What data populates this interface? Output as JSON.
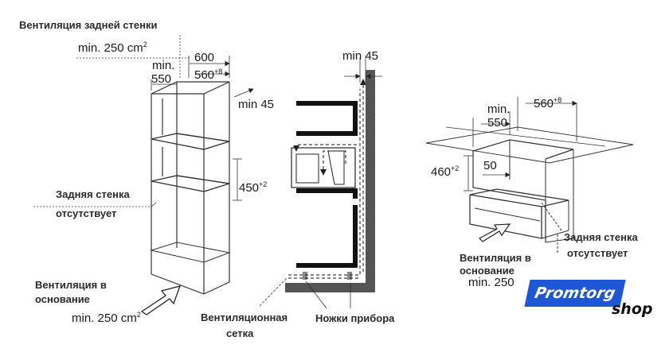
{
  "labels": {
    "rear_vent_title": "Вентиляция задней стенки",
    "rear_vent_area": "min. 250 cm",
    "rear_vent_area_sup": "2",
    "min_label_left": "min.",
    "dim_550_left": "550",
    "dim_600": "600",
    "dim_560_left": "560",
    "dim_560_left_sup": "+8",
    "min45_cabinet": "min 45",
    "dim_450": "450",
    "dim_450_sup": "+2",
    "no_back_left_line1": "Задняя стенка",
    "no_back_left_line2": "отсутствует",
    "base_vent_left_line1": "Вентиляция в",
    "base_vent_left_line2": "основание",
    "base_vent_area": "min. 250 cm",
    "base_vent_area_sup": "2",
    "min45_side": "min 45",
    "vent_grille_line1": "Вентиляционная",
    "vent_grille_line2": "сетка",
    "device_feet": "Ножки прибора",
    "min_label_right": "min.",
    "dim_550_right": "550",
    "dim_560_right": "560",
    "dim_560_right_sup": "+8",
    "dim_460": "460",
    "dim_460_sup": "+2",
    "dim_50": "50",
    "no_back_right_line1": "Задняя стенка",
    "no_back_right_line2": "отсутствует",
    "base_vent_right_line1": "Вентиляция в",
    "base_vent_right_line2": "основание",
    "base_vent_right_line3": "min. 250"
  },
  "logo": {
    "top": "Promtorg",
    "bottom": "shop",
    "color": "#1f56d6"
  }
}
